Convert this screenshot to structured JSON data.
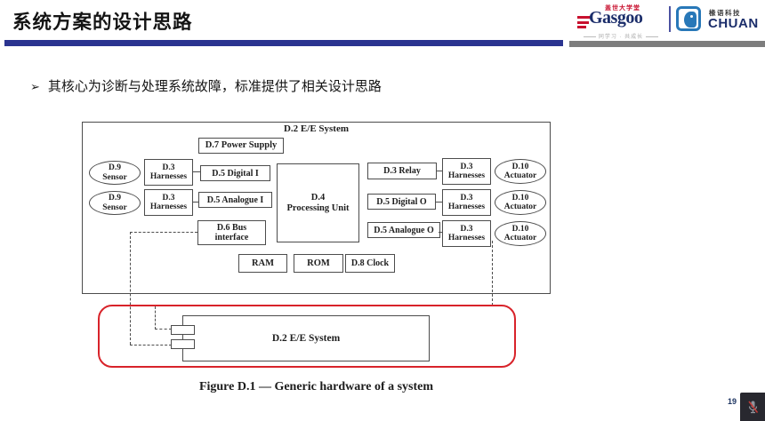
{
  "slide": {
    "title": "系统方案的设计思路",
    "bullet_marker": "➢",
    "bullet": "其核心为诊断与处理系统故障，标准提供了相关设计思路",
    "caption": "Figure D.1 — Generic hardware of a system",
    "page_number": "19"
  },
  "branding": {
    "gasgoo_cn": "盖世大学堂",
    "gasgoo_en": "Gasgoo",
    "gasgoo_tagline": "同学习 · 共成长",
    "chuan_cn": "椽语科技",
    "chuan_en": "CHUAN"
  },
  "colors": {
    "accent_navy": "#2b3490",
    "rule_gray": "#7d7d7d",
    "highlight_red": "#d8232a",
    "logo_red": "#c8102e",
    "logo_blue": "#2878b8"
  },
  "diagram": {
    "system_label": "D.2 E/E System",
    "power_supply": "D.7 Power Supply",
    "sensor": "D.9\nSensor",
    "harnesses": "D.3\nHarnesses",
    "digital_input": "D.5 Digital I",
    "analogue_input": "D.5 Analogue I",
    "bus_interface": "D.6 Bus\ninterface",
    "processing_unit": "D.4\nProcessing Unit",
    "relay": "D.3 Relay",
    "digital_output": "D.5 Digital O",
    "analogue_output": "D.5 Analogue O",
    "actuator": "D.10\nActuator",
    "ram": "RAM",
    "rom": "ROM",
    "clock": "D.8 Clock",
    "ee_system": "D.2 E/E System"
  }
}
